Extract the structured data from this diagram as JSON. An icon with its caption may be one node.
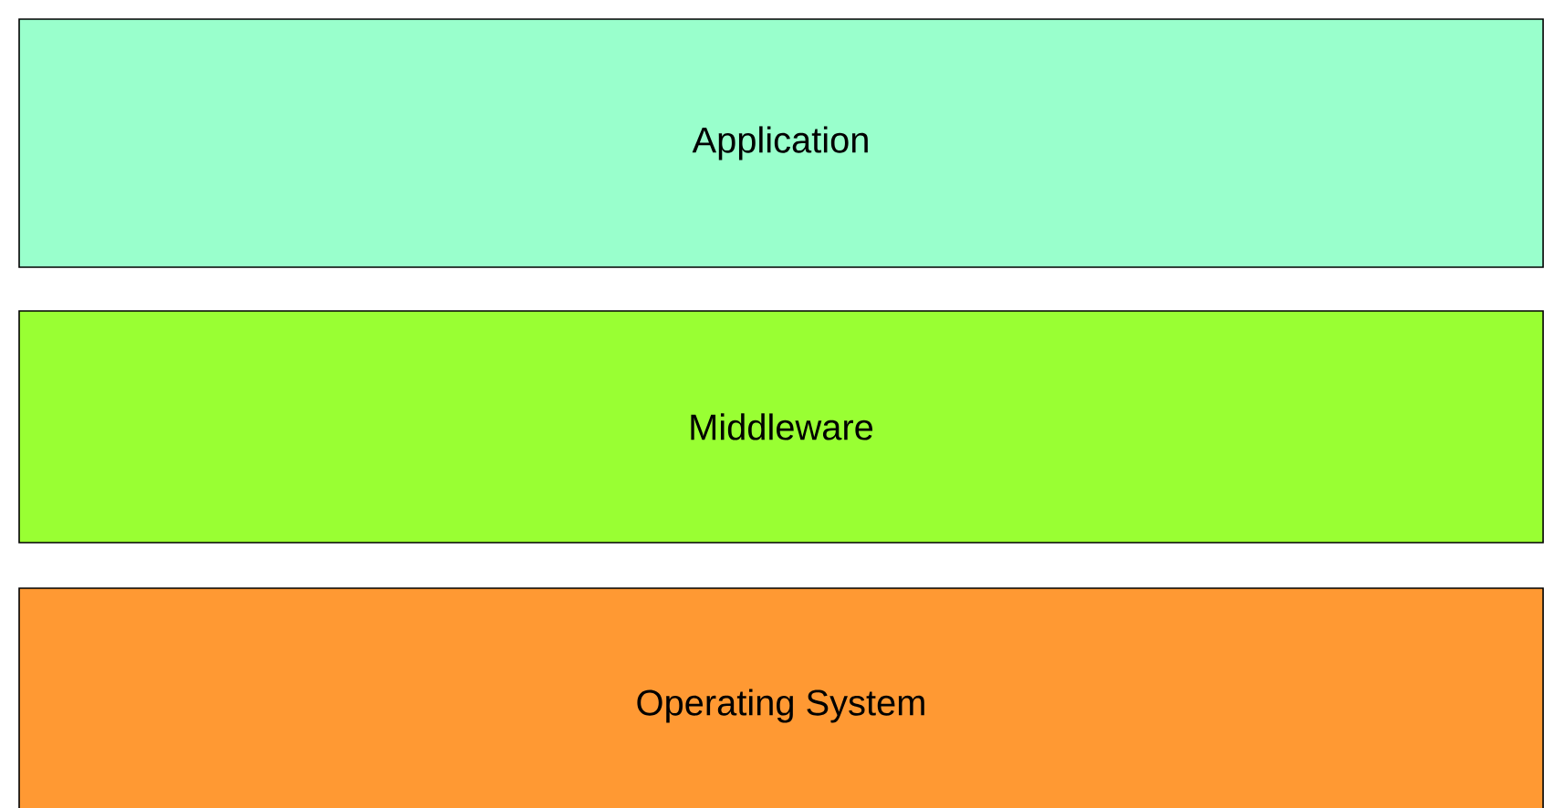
{
  "diagram": {
    "nodes": [
      {
        "text": [
          "Application"
        ]
      },
      {
        "text": [
          "Middleware"
        ]
      },
      {
        "text": [
          "Operating System"
        ]
      }
    ]
  }
}
